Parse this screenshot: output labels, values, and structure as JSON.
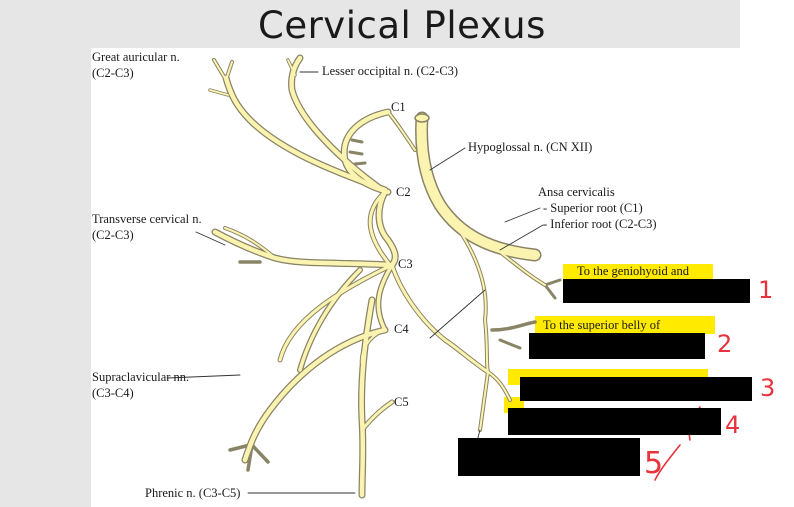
{
  "title": "Cervical Plexus",
  "labels": {
    "great_auricular": "Great auricular n.",
    "great_auricular_root": "(C2-C3)",
    "lesser_occipital": "Lesser occipital n. (C2-C3)",
    "c1": "C1",
    "c2": "C2",
    "c3": "C3",
    "c4": "C4",
    "c5": "C5",
    "hypoglossal": "Hypoglossal n. (CN XII)",
    "ansa": "Ansa cervicalis",
    "superior_root": "- Superior root (C1)",
    "inferior_root": "- Inferior root (C2-C3)",
    "transverse_cervical": "Transverse cervical n.",
    "transverse_cervical_root": "(C2-C3)",
    "geniohyoid": "To the geniohyoid and",
    "superior_belly": "To the superior belly of",
    "supraclavicular": "Supraclavicular nn.",
    "supraclavicular_root": "(C3-C4)",
    "phrenic": "Phrenic n. (C3-C5)"
  },
  "annotations": [
    "1",
    "2",
    "3",
    "4",
    "5"
  ],
  "colors": {
    "nerve_fill": "#fbf3b0",
    "nerve_outline": "#8a8466",
    "highlight": "#ffea00",
    "pen": "#e8323c"
  }
}
